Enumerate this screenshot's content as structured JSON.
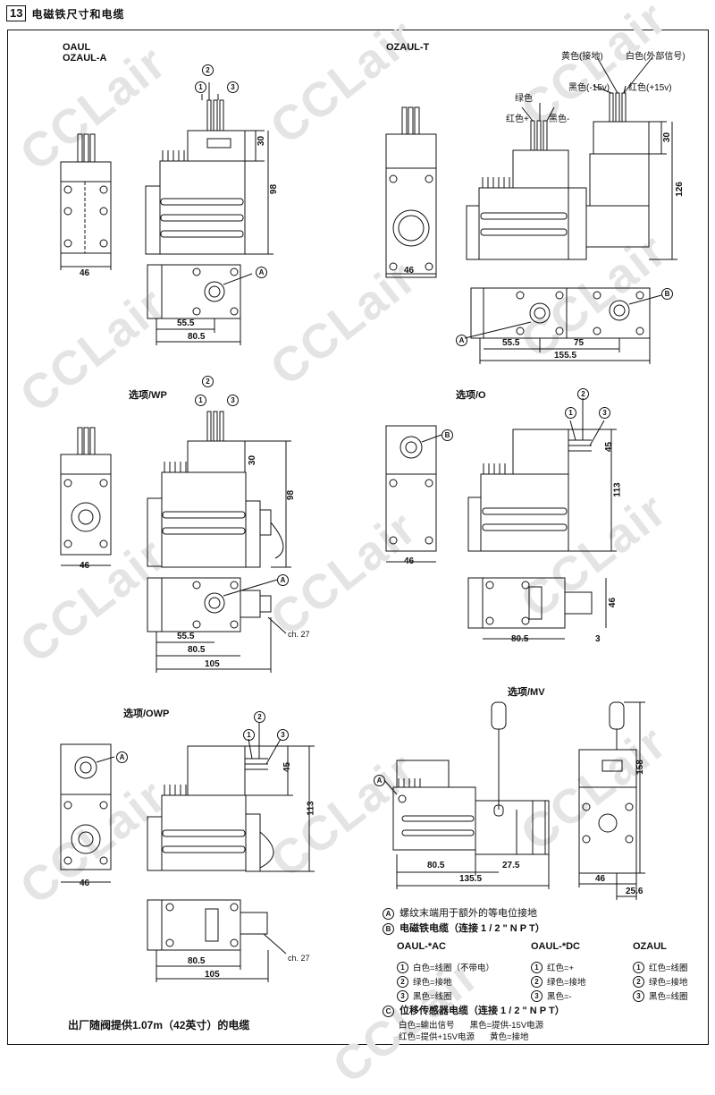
{
  "header": {
    "section_number": "13",
    "title": "电磁铁尺寸和电缆"
  },
  "watermark": "CCLair",
  "views": {
    "oaul_label_1": "OAUL",
    "oaul_label_2": "OZAUL-A",
    "ozaul_t_label": "OZAUL-T",
    "wp_label": "选项/WP",
    "o_label": "选项/O",
    "owp_label": "选项/OWP",
    "mv_label": "选项/MV"
  },
  "callouts": {
    "A": "A",
    "B": "B",
    "n1": "1",
    "n2": "2",
    "n3": "3"
  },
  "wire_labels": {
    "yellow": "黄色(接地)",
    "white_ext": "白色(外部信号)",
    "black_15": "黑色(-15v)",
    "red_15": "红色(+15v)",
    "green": "绿色",
    "red_plus": "红色+",
    "black_minus": "黑色-"
  },
  "dimensions": {
    "d46": "46",
    "d98": "98",
    "d30": "30",
    "d55_5": "55.5",
    "d80_5": "80.5",
    "d126": "126",
    "d75": "75",
    "d155_5": "155.5",
    "d113": "113",
    "d45": "45",
    "d105": "105",
    "ch27": "ch. 27",
    "d3": "3",
    "d158": "158",
    "d27_5": "27.5",
    "d135_5": "135.5",
    "d25_6": "25.6"
  },
  "legend": {
    "A_text": "螺纹末端用于额外的等电位接地",
    "B_text": "电磁铁电缆（连接 1 / 2 \" N P T）",
    "C_text": "位移传感器电缆（连接 1 / 2 \" N P T）",
    "col_ac": "OAUL-*AC",
    "col_dc": "OAUL-*DC",
    "col_ozaul": "OZAUL",
    "ac_items": [
      "白色=线圈（不带电）",
      "绿色=接地",
      "黑色=线圈"
    ],
    "dc_items": [
      "红色=+",
      "绿色=接地",
      "黑色=-"
    ],
    "ozaul_items": [
      "红色=线圈",
      "绿色=接地",
      "黑色=线圈"
    ],
    "sensor_line1_a": "白色=输出信号",
    "sensor_line1_b": "黑色=提供-15V电源",
    "sensor_line2_a": "红色=提供+15V电源",
    "sensor_line2_b": "黄色=接地"
  },
  "footer": "出厂随阀提供1.07m（42英寸）的电缆"
}
